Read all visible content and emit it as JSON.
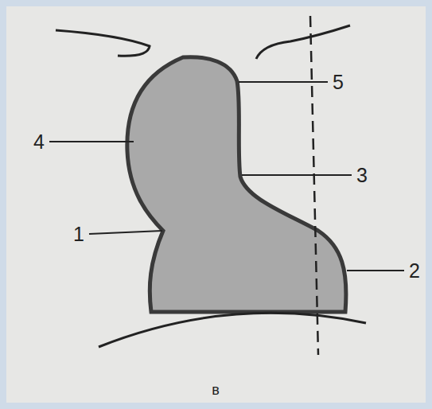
{
  "diagram": {
    "labels": [
      "5",
      "4",
      "3",
      "1",
      "2",
      "в"
    ]
  }
}
